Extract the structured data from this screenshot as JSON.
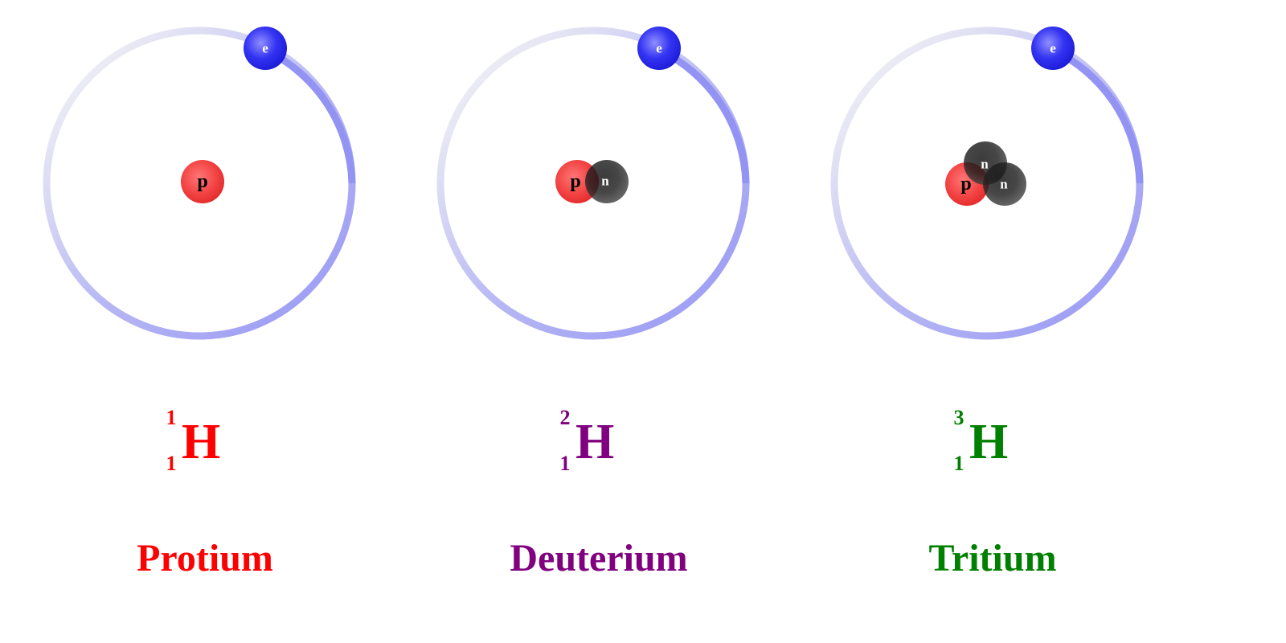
{
  "particle_symbols": {
    "electron": "e",
    "proton": "p",
    "neutron": "n"
  },
  "colors": {
    "orbit_faint": "#f2f2f2",
    "orbit_strong": "#9a9af5",
    "electron": "#2b2bf0",
    "proton": "#f23a3a",
    "neutron": "#2a2a2a"
  },
  "isotopes": [
    {
      "name": "Protium",
      "symbol": "H",
      "mass_number": "1",
      "atomic_number": "1",
      "color": "#ff0000",
      "protons": 1,
      "neutrons": 0
    },
    {
      "name": "Deuterium",
      "symbol": "H",
      "mass_number": "2",
      "atomic_number": "1",
      "color": "#800080",
      "protons": 1,
      "neutrons": 1
    },
    {
      "name": "Tritium",
      "symbol": "H",
      "mass_number": "3",
      "atomic_number": "1",
      "color": "#008000",
      "protons": 1,
      "neutrons": 2
    }
  ]
}
